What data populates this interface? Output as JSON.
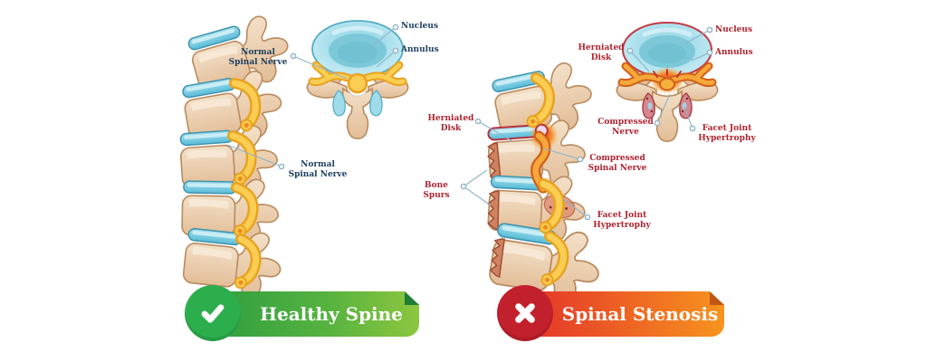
{
  "page": {
    "background": "#ffffff"
  },
  "healthy": {
    "banner": {
      "label": "Healthy Spine",
      "icon": "checkmark-icon",
      "gradient": [
        "#2f9e41",
        "#8dc63f"
      ],
      "badge_color": "#2cae4c"
    },
    "label_color": "#1d4060",
    "labels": {
      "normal_spinal_nerve_top": "Normal Spinal Nerve",
      "nucleus": "Nucleus",
      "annulus": "Annulus",
      "normal_spinal_nerve_side": "Normal Spinal Nerve"
    }
  },
  "stenosis": {
    "banner": {
      "label": "Spinal Stenosis",
      "icon": "x-icon",
      "gradient": [
        "#e4332b",
        "#f7941e"
      ],
      "badge_color": "#c1202c"
    },
    "label_color": "#b02430",
    "labels": {
      "herniated_disk_top": "Herniated Disk",
      "nucleus": "Nucleus",
      "annulus": "Annulus",
      "compressed_nerve": "Compressed Nerve",
      "facet_joint_hypertrophy_top": "Facet Joint Hypertrophy",
      "herniated_disk_side": "Herniated Disk",
      "compressed_spinal_nerve": "Compressed Spinal Nerve",
      "bone_spurs": "Bone Spurs",
      "facet_joint_hypertrophy_side": "Facet Joint Hypertrophy"
    }
  }
}
